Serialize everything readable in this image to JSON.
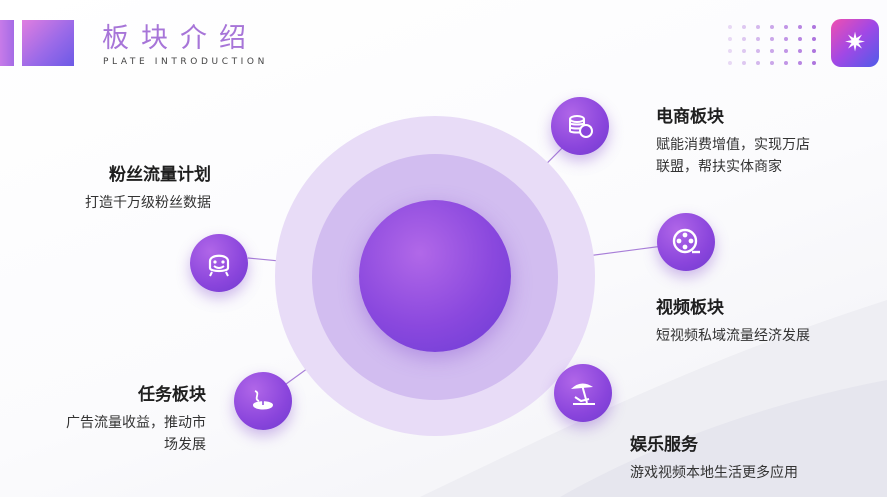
{
  "header": {
    "title": "板块介绍",
    "subtitle": "PLATE INTRODUCTION"
  },
  "colors": {
    "accent": "#a775d8",
    "node": "#8a45dc",
    "ring_outer": "#e8dcf7",
    "ring_mid": "#d2bdf0",
    "core": "#8a48de"
  },
  "logo": {
    "icon": "sparkle-logo-icon"
  },
  "modules": {
    "fans": {
      "title": "粉丝流量计划",
      "desc_lines": [
        "打造千万级粉丝数据"
      ],
      "icon": "smiley-face-icon"
    },
    "ecommerce": {
      "title": "电商板块",
      "desc_lines": [
        "赋能消费增值，实现万店",
        "联盟，帮扶实体商家"
      ],
      "icon": "coin-stack-icon"
    },
    "video": {
      "title": "视频板块",
      "desc_lines": [
        "短视频私域流量经济发展"
      ],
      "icon": "film-reel-icon"
    },
    "tasks": {
      "title": "任务板块",
      "desc_lines": [
        "广告流量收益，推动市",
        "场发展"
      ],
      "icon": "computer-mouse-icon"
    },
    "entertainment": {
      "title": "娱乐服务",
      "desc_lines": [
        "游戏视频本地生活更多应用"
      ],
      "icon": "beach-umbrella-icon"
    }
  }
}
